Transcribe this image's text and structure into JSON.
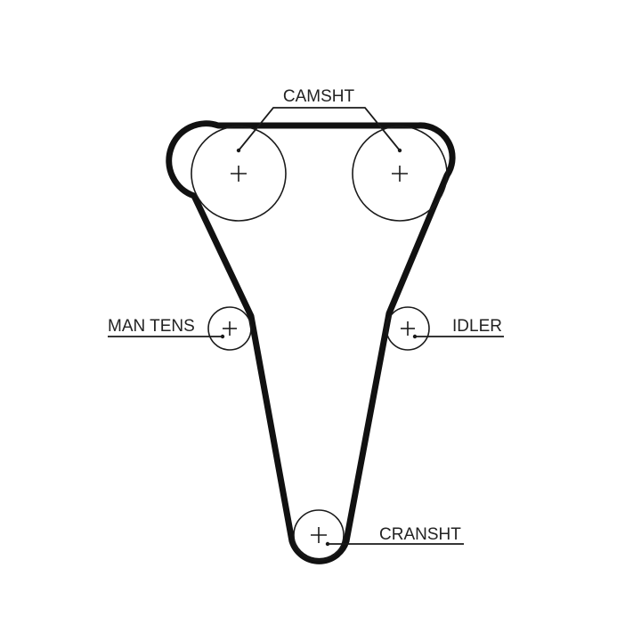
{
  "diagram": {
    "labels": {
      "camshaft": "CAMSHT",
      "manual_tensioner": "MAN TENS",
      "idler": "IDLER",
      "crankshaft": "CRANSHT"
    }
  }
}
